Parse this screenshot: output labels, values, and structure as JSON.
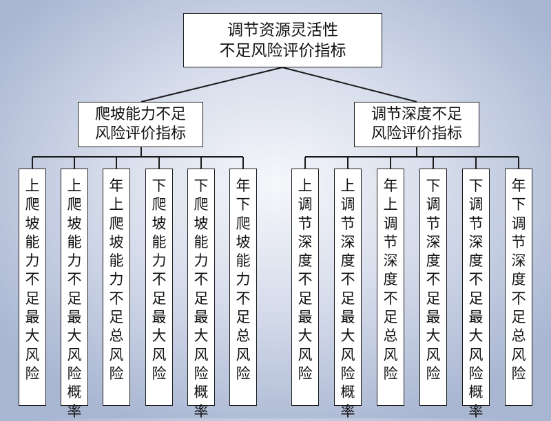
{
  "root": {
    "line1": "调节资源灵活性",
    "line2": "不足风险评价指标"
  },
  "branches": [
    {
      "line1": "爬坡能力不足",
      "line2": "风险评价指标",
      "leaves": [
        "上爬坡能力不足最大风险",
        "上爬坡能力不足最大风险概率",
        "年上爬坡能力不足总风险",
        "下爬坡能力不足最大风险",
        "下爬坡能力不足最大风险概率",
        "年下爬坡能力不足总风险"
      ]
    },
    {
      "line1": "调节深度不足",
      "line2": "风险评价指标",
      "leaves": [
        "上调节深度不足最大风险",
        "上调节深度不足最大风险概率",
        "年上调节深度不足总风险",
        "下调节深度不足最大风险",
        "下调节深度不足最大风险概率",
        "年下调节深度不足总风险"
      ]
    }
  ]
}
